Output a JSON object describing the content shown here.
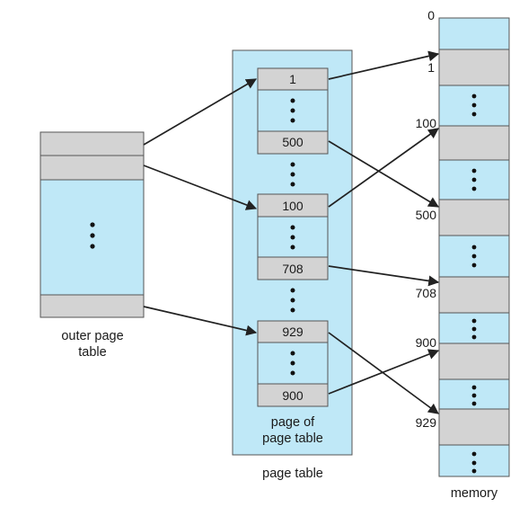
{
  "outer_table": {
    "caption_line1": "outer page",
    "caption_line2": "table"
  },
  "page_table": {
    "caption": "page table",
    "inner_caption_line1": "page of",
    "inner_caption_line2": "page table",
    "entries": [
      "1",
      "500",
      "100",
      "708",
      "929",
      "900"
    ]
  },
  "memory": {
    "caption": "memory",
    "addresses": [
      "0",
      "1",
      "100",
      "500",
      "708",
      "900",
      "929"
    ]
  },
  "colors": {
    "light_blue": "#bfe8f7",
    "gray": "#d3d3d3",
    "outline": "#555555",
    "arrow": "#222222"
  }
}
